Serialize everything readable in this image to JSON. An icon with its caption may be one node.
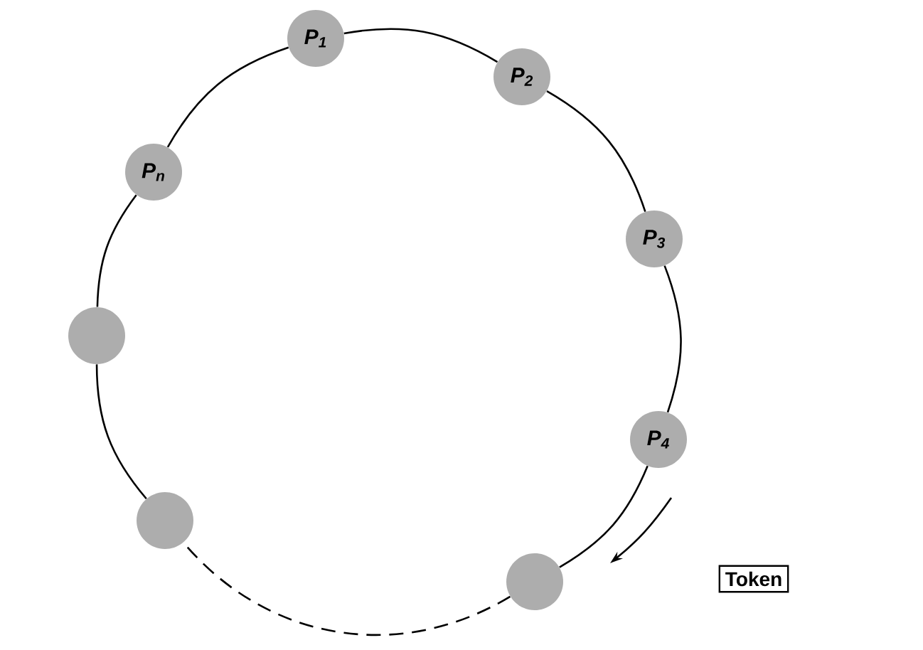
{
  "diagram": {
    "nodes": [
      {
        "text": [
          "P$_{1}$"
        ]
      },
      {
        "text": [
          "P$_{2}$"
        ]
      },
      {
        "text": [
          "P$_{3}$"
        ]
      },
      {
        "text": [
          "P$_{4}$"
        ]
      },
      {
        "text": [],
        "shape": "circle"
      },
      {
        "text": [],
        "shape": "circle"
      },
      {
        "text": [],
        "shape": "circle"
      },
      {
        "text": [
          "P$_{n}$"
        ]
      },
      {
        "text": [
          "Token"
        ]
      }
    ],
    "edges": [
      {
        "from": 0,
        "to": 1,
        "arrow": "none"
      },
      {
        "from": 1,
        "to": 2,
        "arrow": "none"
      },
      {
        "from": 2,
        "to": 3,
        "arrow": "none"
      },
      {
        "from": 3,
        "to": 4,
        "arrow": "none"
      },
      {
        "from": 4,
        "to": 5,
        "arrow": "none",
        "style": "dashed"
      },
      {
        "from": 5,
        "to": 6,
        "arrow": "none"
      },
      {
        "from": 6,
        "to": 7,
        "arrow": "none"
      },
      {
        "from": 7,
        "to": 0,
        "arrow": "none"
      }
    ]
  }
}
